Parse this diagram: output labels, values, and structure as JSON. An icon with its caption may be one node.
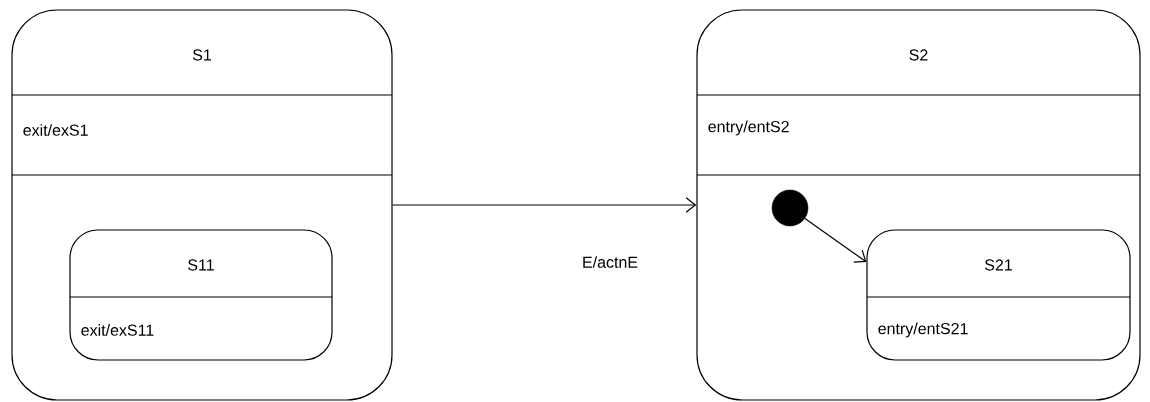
{
  "diagram": {
    "nodes": [
      {
        "text": [
          "S1",
          "exit/exS1"
        ]
      },
      {
        "text": [
          "S11",
          "exit/exS11"
        ],
        "in": 0
      },
      {
        "text": [
          "S2",
          "entry/entS2"
        ]
      },
      {
        "text": [],
        "shape": "circle",
        "in": 2
      },
      {
        "text": [
          "S21",
          "entry/entS21"
        ],
        "in": 2
      }
    ],
    "edges": [
      {
        "from": 0,
        "to": 2,
        "arrow": "to",
        "label": "E/actnE"
      },
      {
        "from": 3,
        "to": 4,
        "arrow": "to"
      }
    ]
  }
}
